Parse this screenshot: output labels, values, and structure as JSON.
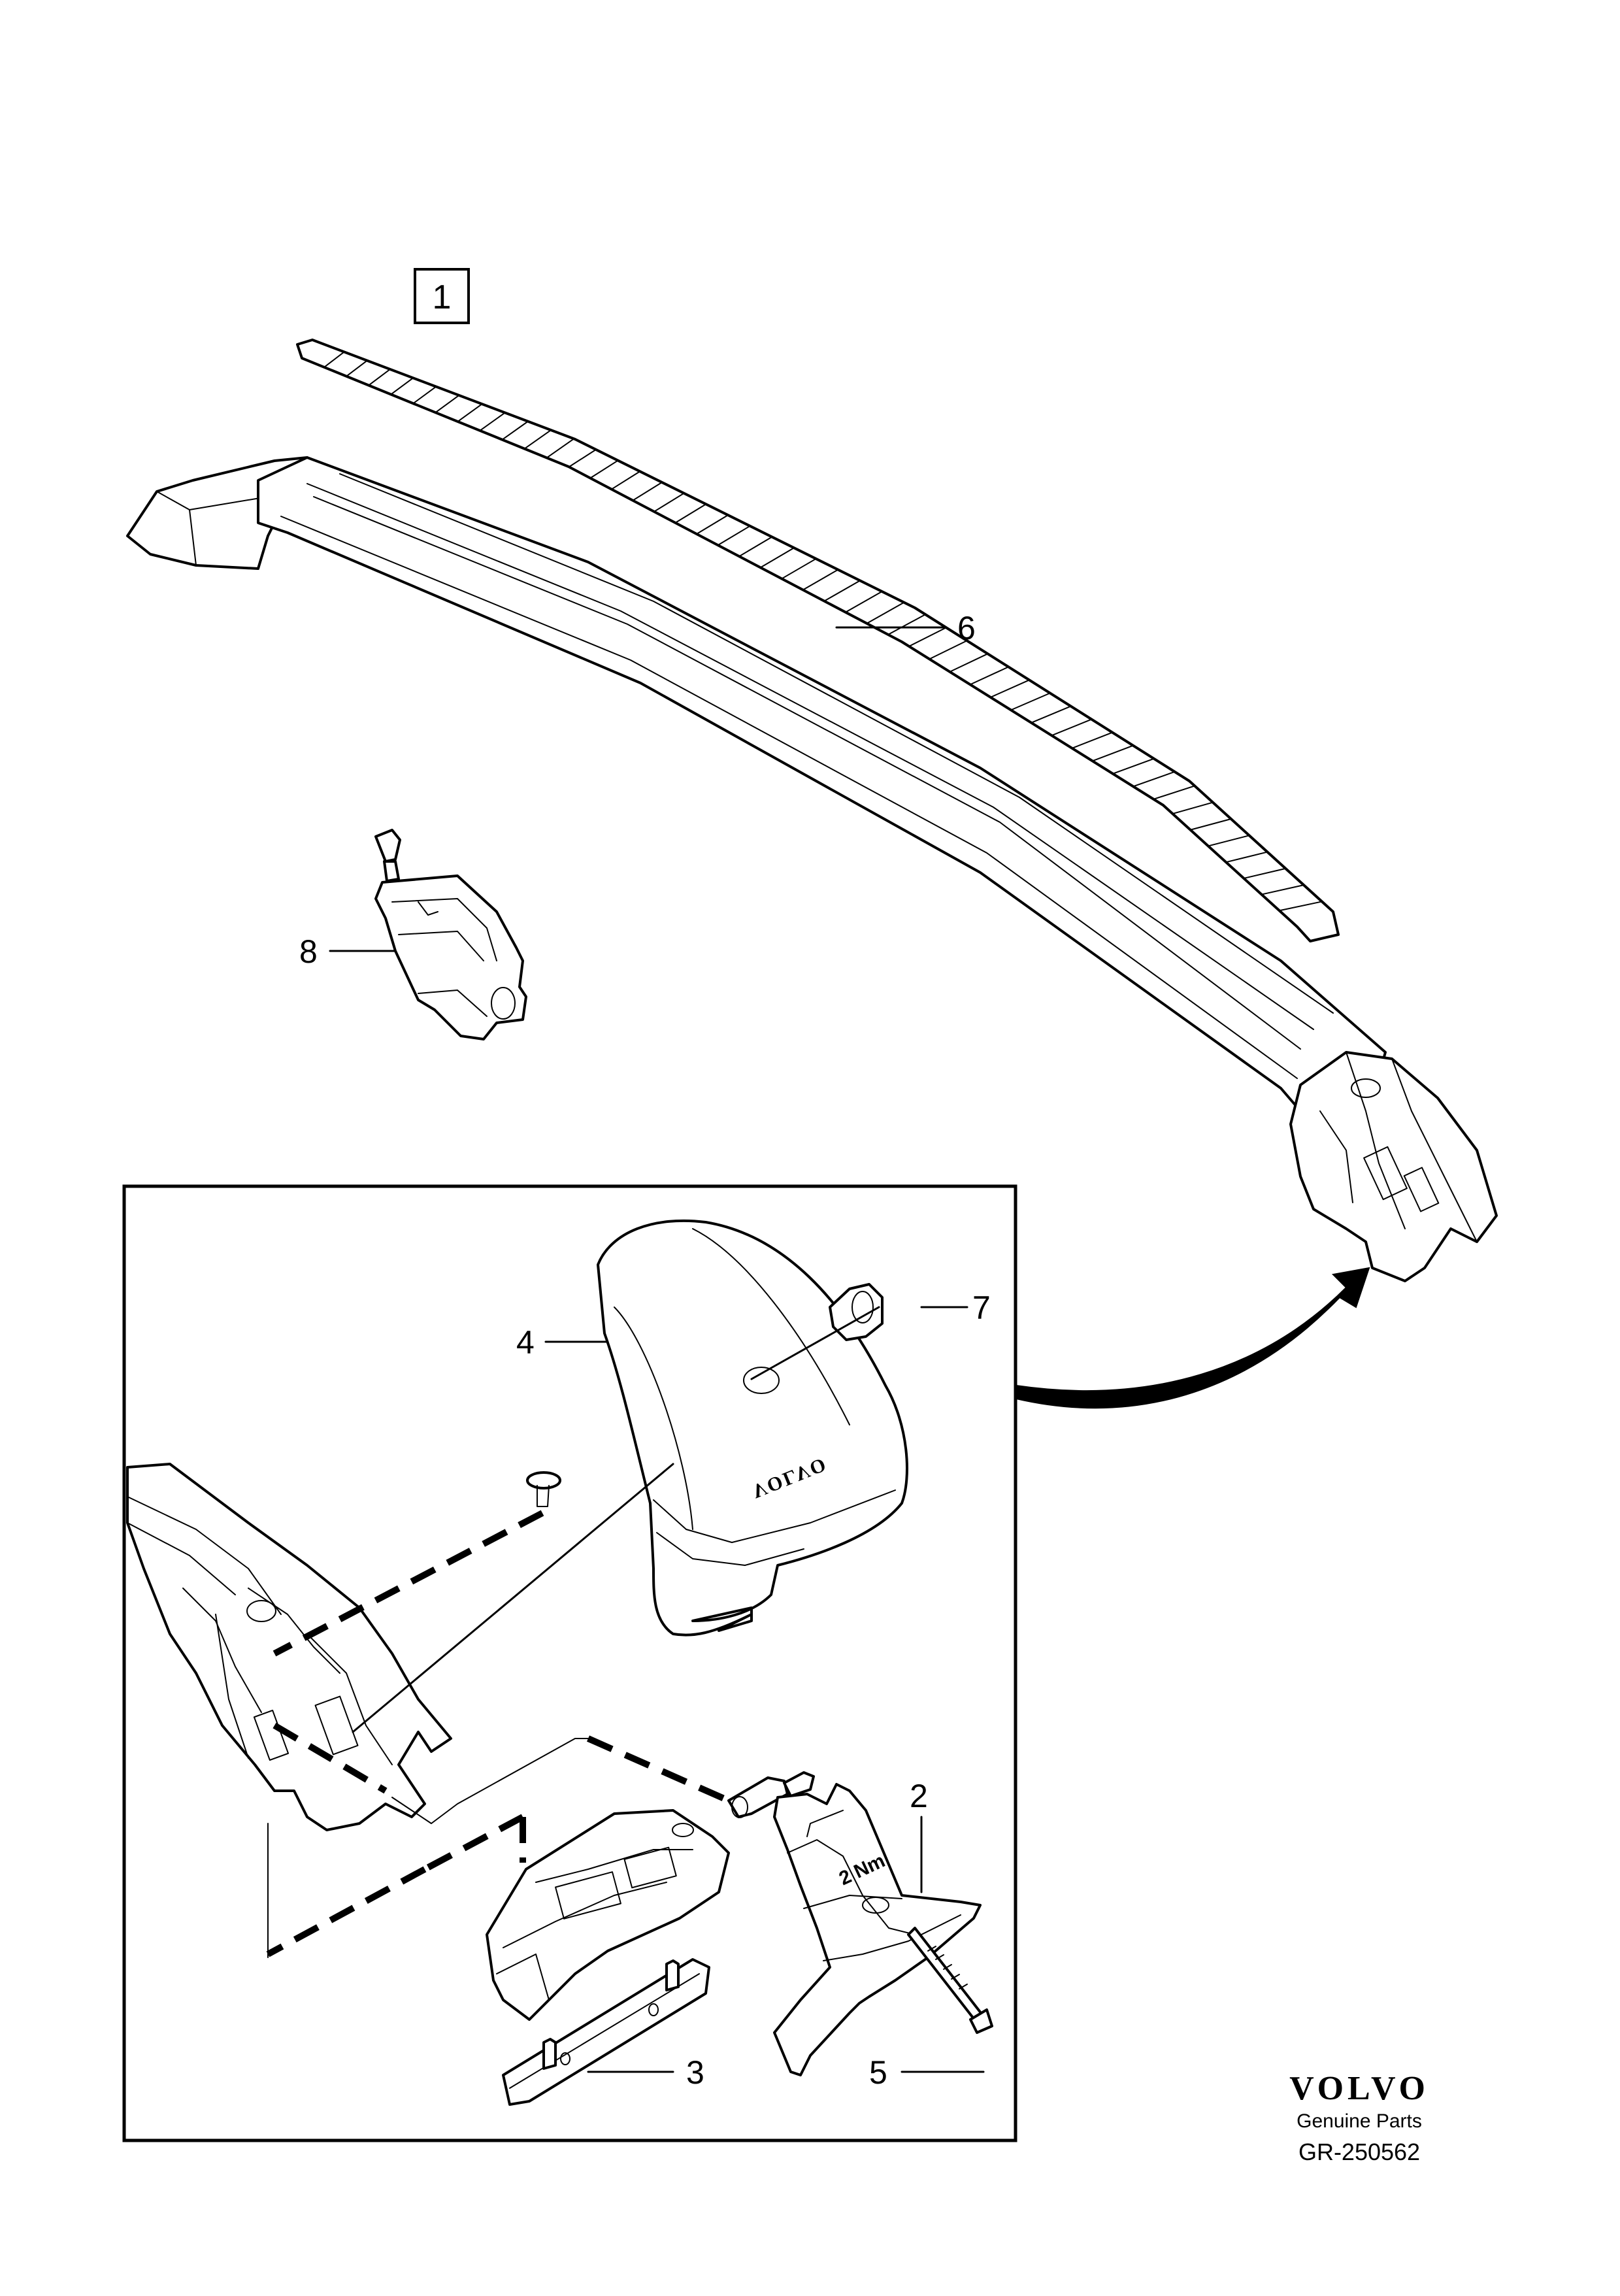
{
  "diagram_id": "1",
  "callouts": [
    "2",
    "3",
    "4",
    "5",
    "6",
    "7",
    "8"
  ],
  "part_markings": {
    "cover_logo": "VOLVO",
    "torque": "2 Nm"
  },
  "brand": {
    "name": "VOLVO",
    "tagline": "Genuine Parts",
    "code": "GR-250562"
  }
}
